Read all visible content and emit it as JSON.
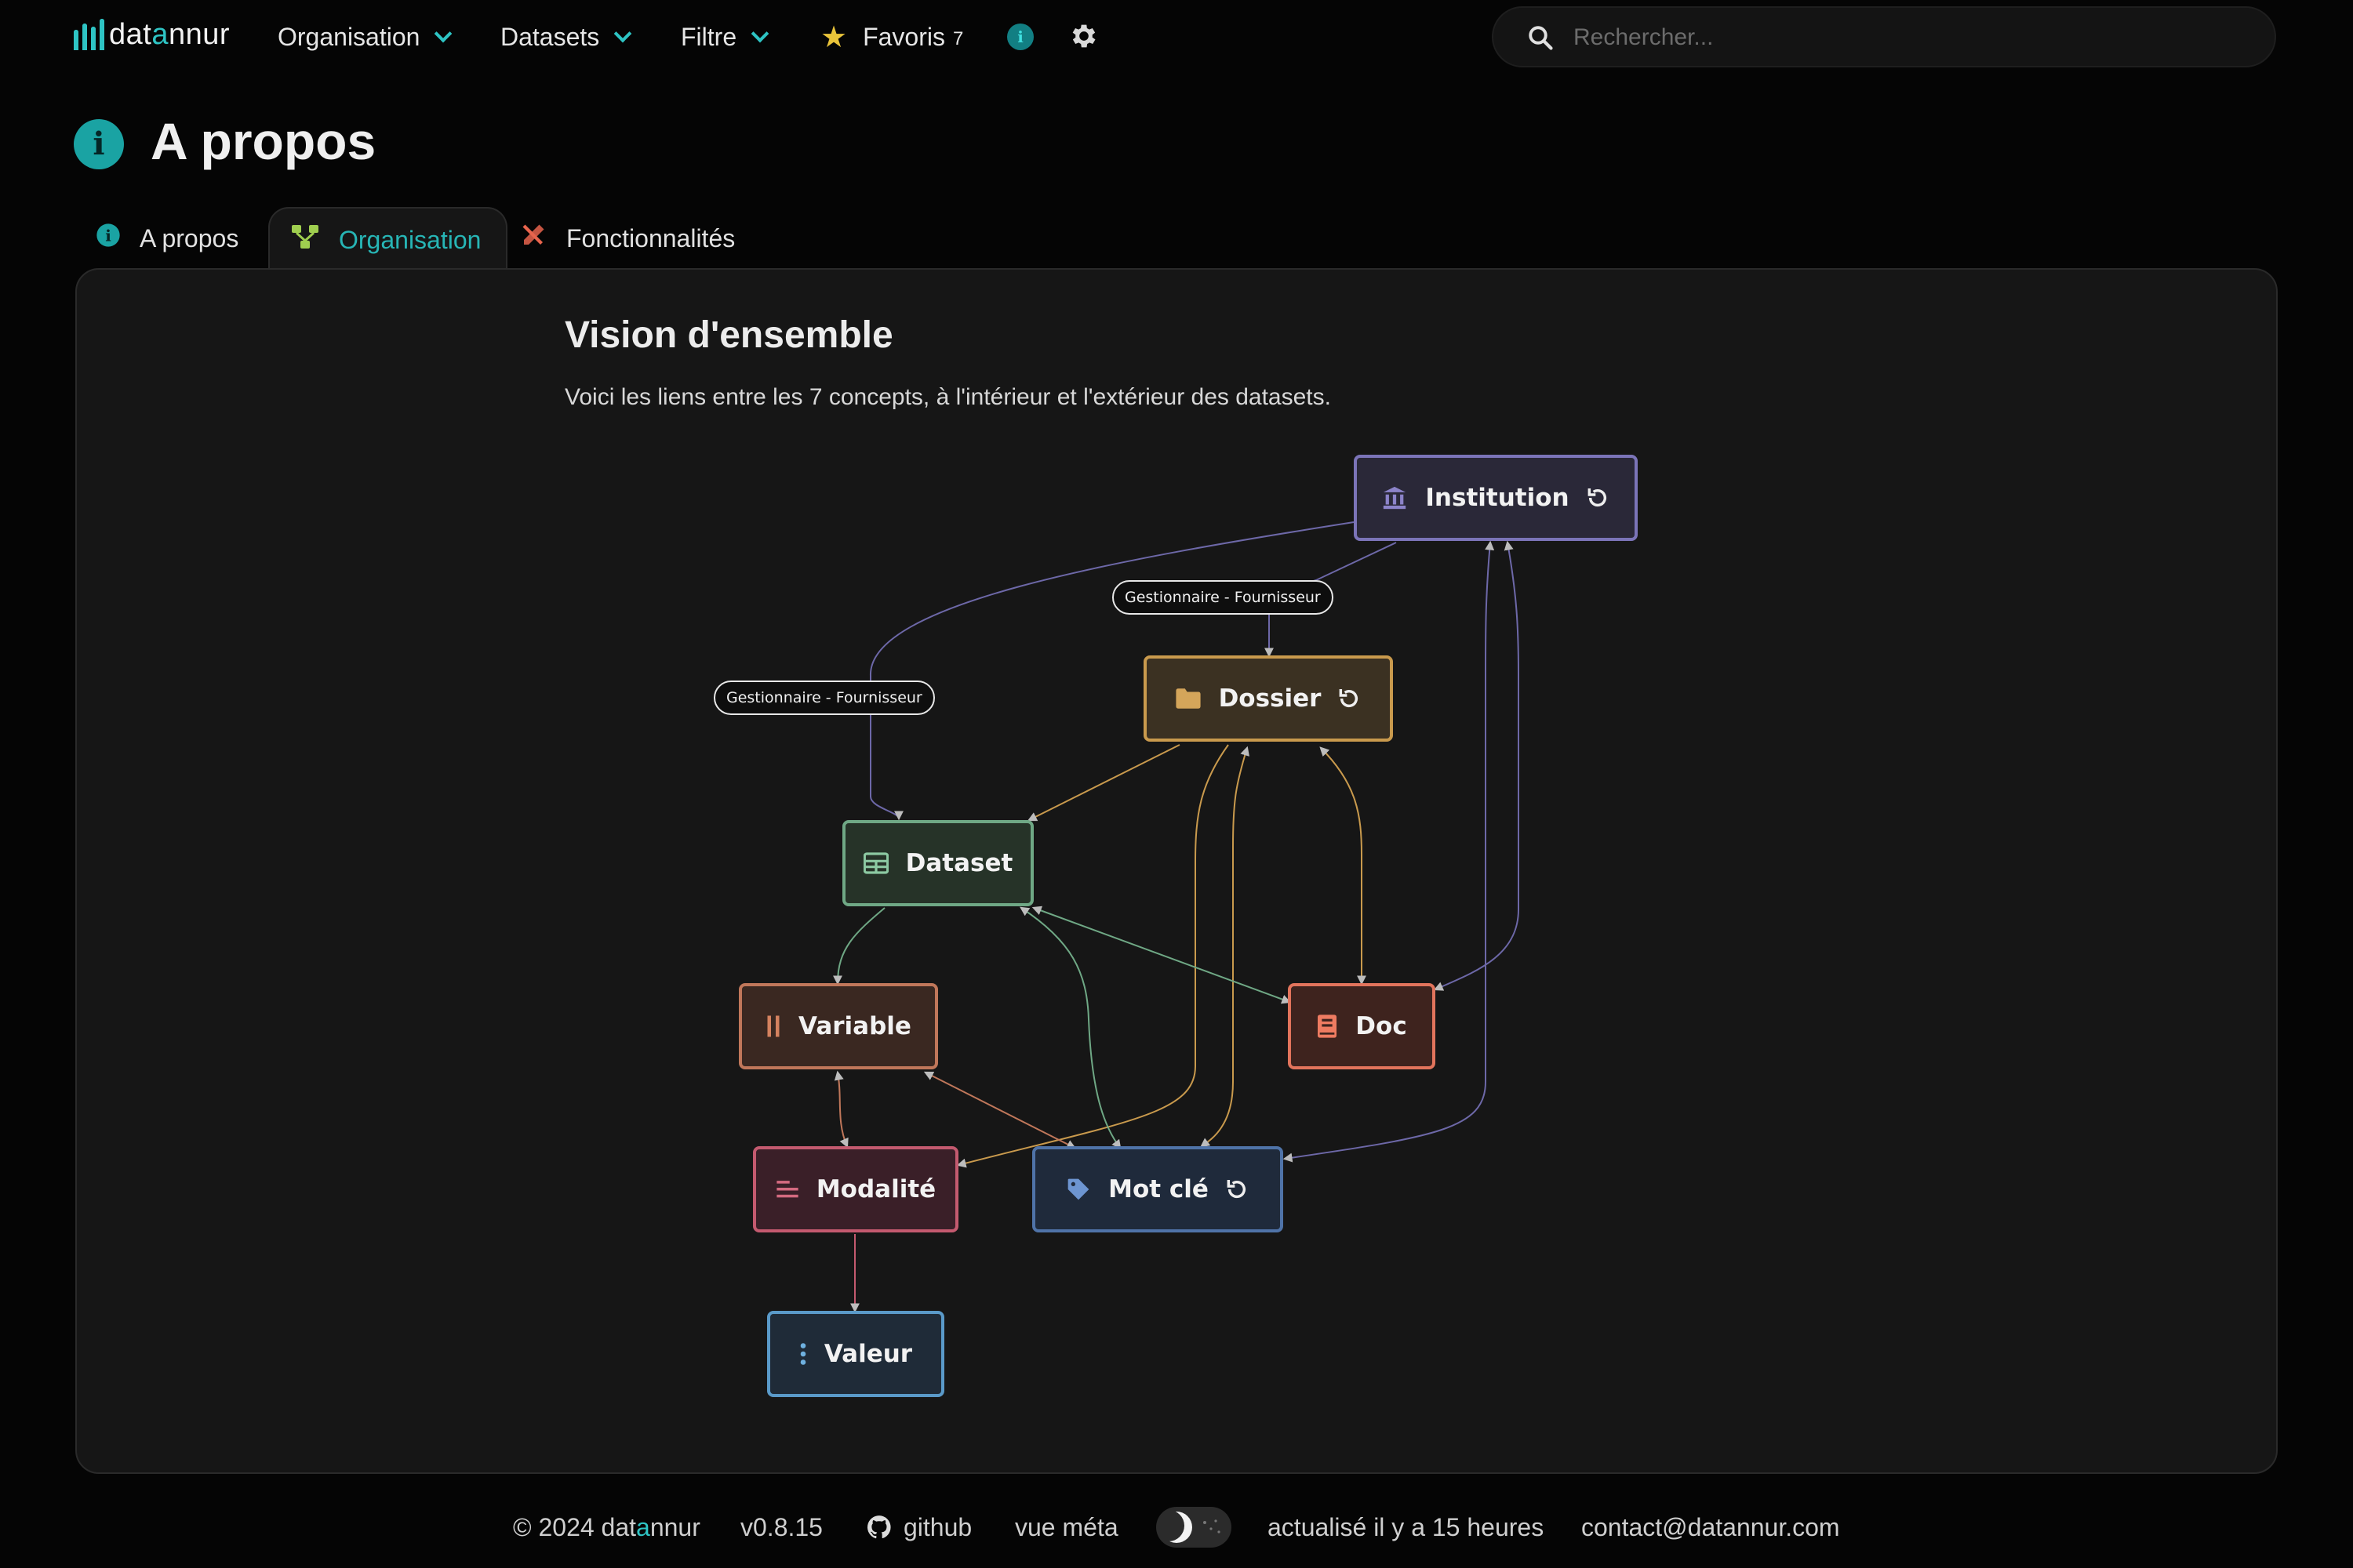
{
  "header": {
    "logo_prefix": "dat",
    "logo_accent": "a",
    "logo_suffix": "nnur",
    "nav": {
      "organisation": "Organisation",
      "datasets": "Datasets",
      "filtre": "Filtre",
      "favoris": "Favoris",
      "favoris_count": "7"
    },
    "search_placeholder": "Rechercher..."
  },
  "page": {
    "title": "A propos",
    "tabs": [
      {
        "label": "A propos",
        "icon": "info-icon"
      },
      {
        "label": "Organisation",
        "icon": "sitemap-icon",
        "active": true
      },
      {
        "label": "Fonctionnalités",
        "icon": "tools-icon"
      }
    ],
    "section_title": "Vision d'ensemble",
    "section_desc": "Voici les liens entre les 7 concepts, à l'intérieur et l'extérieur des datasets."
  },
  "diagram": {
    "nodes": {
      "institution": {
        "label": "Institution",
        "icon": "institution-icon",
        "color": "#7b74b8"
      },
      "dossier": {
        "label": "Dossier",
        "icon": "folder-icon",
        "color": "#c99a4d"
      },
      "dataset": {
        "label": "Dataset",
        "icon": "table-icon",
        "color": "#6fa885"
      },
      "variable": {
        "label": "Variable",
        "icon": "columns-icon",
        "color": "#c0775a"
      },
      "doc": {
        "label": "Doc",
        "icon": "book-icon",
        "color": "#e2745c"
      },
      "modalite": {
        "label": "Modalité",
        "icon": "list-icon",
        "color": "#c45a6f"
      },
      "motcle": {
        "label": "Mot clé",
        "icon": "tag-icon",
        "color": "#4f73a8"
      },
      "valeur": {
        "label": "Valeur",
        "icon": "dots-vertical-icon",
        "color": "#5a9ac9"
      }
    },
    "edge_labels": {
      "institution_dossier": "Gestionnaire - Fournisseur",
      "institution_dataset": "Gestionnaire - Fournisseur"
    }
  },
  "footer": {
    "copyright_prefix": "© 2024 dat",
    "copyright_accent": "a",
    "copyright_suffix": "nnur",
    "version": "v0.8.15",
    "github": "github",
    "meta": "vue méta",
    "updated": "actualisé il y a 15 heures",
    "contact": "contact@datannur.com"
  },
  "colors": {
    "accent": "#2ec4c4",
    "background": "#050505",
    "card": "#161616"
  }
}
